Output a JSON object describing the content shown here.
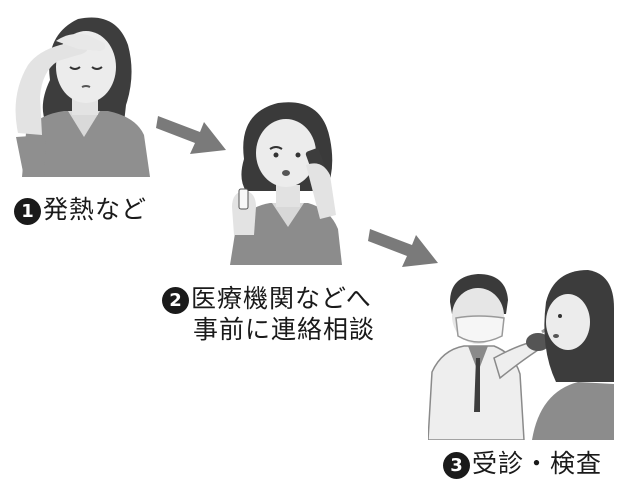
{
  "steps": [
    {
      "number": "1",
      "label": "発熱など"
    },
    {
      "number": "2",
      "label_line1": "医療機関などへ",
      "label_line2": "事前に連絡相談"
    },
    {
      "number": "3",
      "label": "受診・検査"
    }
  ]
}
